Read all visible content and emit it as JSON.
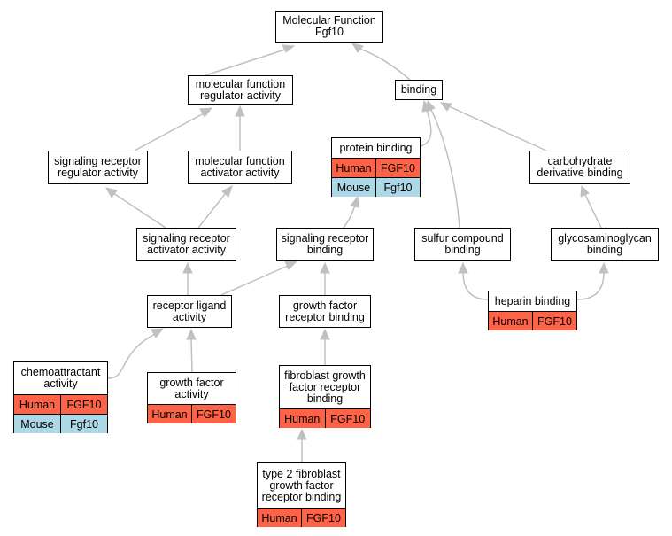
{
  "colors": {
    "human": "#ff6347",
    "mouse": "#add8e6",
    "edge": "#c0c0c0"
  },
  "nodes": {
    "root": {
      "label": "Molecular Function\nFgf10"
    },
    "mfra": {
      "label": "molecular function\nregulator activity"
    },
    "binding": {
      "label": "binding"
    },
    "srra": {
      "label": "signaling receptor\nregulator activity"
    },
    "mfaa": {
      "label": "molecular function\nactivator activity"
    },
    "protein_binding": {
      "label": "protein binding",
      "human": [
        "Human",
        "FGF10"
      ],
      "mouse": [
        "Mouse",
        "Fgf10"
      ]
    },
    "carb": {
      "label": "carbohydrate\nderivative binding"
    },
    "sraa": {
      "label": "signaling receptor\nactivator activity"
    },
    "srb": {
      "label": "signaling receptor\nbinding"
    },
    "sulfur": {
      "label": "sulfur compound\nbinding"
    },
    "gag": {
      "label": "glycosaminoglycan\nbinding"
    },
    "rla": {
      "label": "receptor ligand\nactivity"
    },
    "gfrb": {
      "label": "growth factor\nreceptor binding"
    },
    "heparin": {
      "label": "heparin binding",
      "human": [
        "Human",
        "FGF10"
      ]
    },
    "chemo": {
      "label": "chemoattractant\nactivity",
      "human": [
        "Human",
        "FGF10"
      ],
      "mouse": [
        "Mouse",
        "Fgf10"
      ]
    },
    "gfa": {
      "label": "growth factor\nactivity",
      "human": [
        "Human",
        "FGF10"
      ]
    },
    "fgfrb": {
      "label": "fibroblast growth\nfactor receptor\nbinding",
      "human": [
        "Human",
        "FGF10"
      ]
    },
    "t2fgfrb": {
      "label": "type 2 fibroblast\ngrowth factor\nreceptor binding",
      "human": [
        "Human",
        "FGF10"
      ]
    }
  }
}
